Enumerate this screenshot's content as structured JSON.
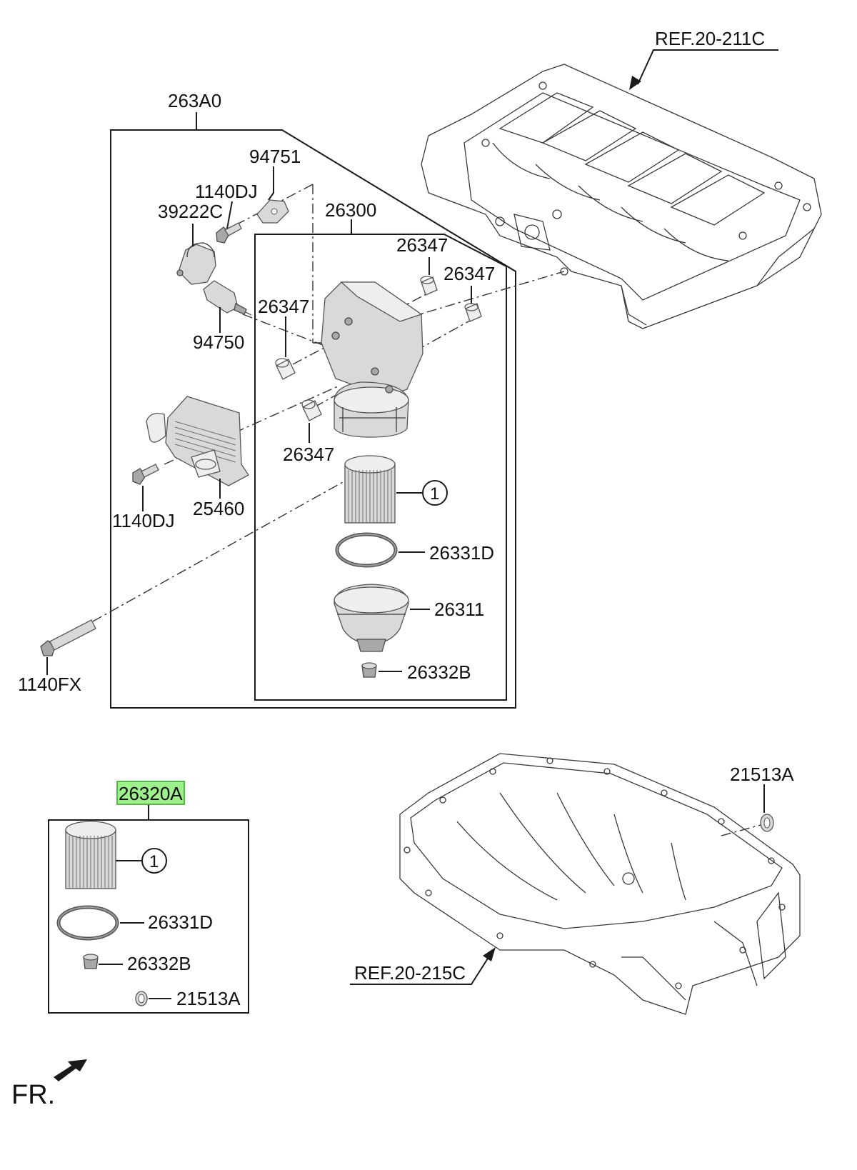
{
  "labels": {
    "ref_block": "REF.20-211C",
    "ref_pan": "REF.20-215C",
    "assy_module": "263A0",
    "assy_housing": "26300",
    "bracket": "94751",
    "bolt_upper": "1140DJ",
    "connector": "39222C",
    "sensor": "94750",
    "oring_a": "26347",
    "oring_b": "26347",
    "oring_c": "26347",
    "oring_d": "26347",
    "cooler": "25460",
    "bolt_lower": "1140DJ",
    "long_bolt": "1140FX",
    "element_ref": "1",
    "cap_gasket": "26331D",
    "cap": "26311",
    "drain_plug": "26332B",
    "pan_washer": "21513A",
    "kit": "26320A",
    "kit_element_ref": "1",
    "kit_gasket": "26331D",
    "kit_plug": "26332B",
    "kit_washer": "21513A",
    "front": "FR."
  },
  "colors": {
    "kit_highlight": "#9ef08c",
    "line": "#1a1a1a"
  }
}
